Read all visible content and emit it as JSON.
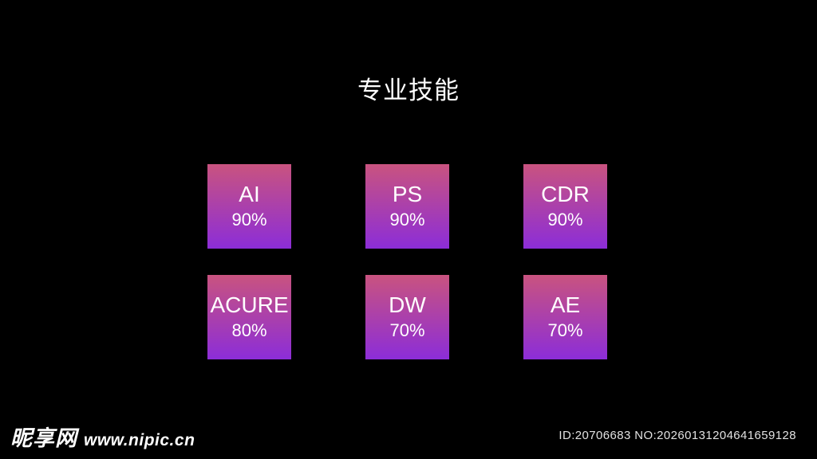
{
  "page": {
    "background_color": "#000000",
    "title": "专业技能"
  },
  "chart_data": {
    "type": "table",
    "title": "专业技能",
    "categories": [
      "AI",
      "PS",
      "CDR",
      "ACURE",
      "DW",
      "AE"
    ],
    "values": [
      90,
      90,
      90,
      80,
      70,
      70
    ],
    "value_labels": [
      "90%",
      "90%",
      "90%",
      "80%",
      "70%",
      "70%"
    ],
    "layout": "3x2 tile grid",
    "tile_gradient_top": "#c9537f",
    "tile_gradient_bottom": "#8c2dd8",
    "text_color": "#ffffff"
  },
  "skills": {
    "items": [
      {
        "name": "AI",
        "level": "90%"
      },
      {
        "name": "PS",
        "level": "90%"
      },
      {
        "name": "CDR",
        "level": "90%"
      },
      {
        "name": "ACURE",
        "level": "80%"
      },
      {
        "name": "DW",
        "level": "70%"
      },
      {
        "name": "AE",
        "level": "70%"
      }
    ]
  },
  "watermark": {
    "site_name": "昵享网",
    "site_url": "www.nipic.cn",
    "id_text": "ID:20706683 NO:20260131204641659128"
  }
}
